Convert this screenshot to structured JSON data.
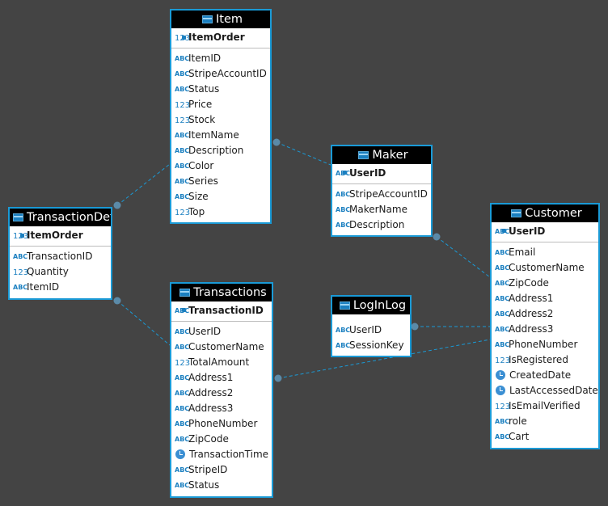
{
  "entities": {
    "item": {
      "name": "Item",
      "pk": [
        {
          "name": "ItemOrder",
          "type": "num"
        }
      ],
      "columns": [
        {
          "name": "ItemID",
          "type": "abc"
        },
        {
          "name": "StripeAccountID",
          "type": "abc"
        },
        {
          "name": "Status",
          "type": "abc"
        },
        {
          "name": "Price",
          "type": "num"
        },
        {
          "name": "Stock",
          "type": "num"
        },
        {
          "name": "ItemName",
          "type": "abc"
        },
        {
          "name": "Description",
          "type": "abc"
        },
        {
          "name": "Color",
          "type": "abc"
        },
        {
          "name": "Series",
          "type": "abc"
        },
        {
          "name": "Size",
          "type": "abc"
        },
        {
          "name": "Top",
          "type": "num"
        }
      ]
    },
    "maker": {
      "name": "Maker",
      "pk": [
        {
          "name": "UserID",
          "type": "abc"
        }
      ],
      "columns": [
        {
          "name": "StripeAccountID",
          "type": "abc"
        },
        {
          "name": "MakerName",
          "type": "abc"
        },
        {
          "name": "Description",
          "type": "abc"
        }
      ]
    },
    "customer": {
      "name": "Customer",
      "pk": [
        {
          "name": "UserID",
          "type": "abc"
        }
      ],
      "columns": [
        {
          "name": "Email",
          "type": "abc"
        },
        {
          "name": "CustomerName",
          "type": "abc"
        },
        {
          "name": "ZipCode",
          "type": "abc"
        },
        {
          "name": "Address1",
          "type": "abc"
        },
        {
          "name": "Address2",
          "type": "abc"
        },
        {
          "name": "Address3",
          "type": "abc"
        },
        {
          "name": "PhoneNumber",
          "type": "abc"
        },
        {
          "name": "IsRegistered",
          "type": "num"
        },
        {
          "name": "CreatedDate",
          "type": "clock"
        },
        {
          "name": "LastAccessedDate",
          "type": "clock"
        },
        {
          "name": "IsEmailVerified",
          "type": "num"
        },
        {
          "name": "role",
          "type": "abc"
        },
        {
          "name": "Cart",
          "type": "abc"
        }
      ]
    },
    "transaction_detail": {
      "name": "TransactionDeta",
      "pk": [
        {
          "name": "ItemOrder",
          "type": "num"
        }
      ],
      "columns": [
        {
          "name": "TransactionID",
          "type": "abc"
        },
        {
          "name": "Quantity",
          "type": "num"
        },
        {
          "name": "ItemID",
          "type": "abc"
        }
      ]
    },
    "transactions": {
      "name": "Transactions",
      "pk": [
        {
          "name": "TransactionID",
          "type": "abc"
        }
      ],
      "columns": [
        {
          "name": "UserID",
          "type": "abc"
        },
        {
          "name": "CustomerName",
          "type": "abc"
        },
        {
          "name": "TotalAmount",
          "type": "num"
        },
        {
          "name": "Address1",
          "type": "abc"
        },
        {
          "name": "Address2",
          "type": "abc"
        },
        {
          "name": "Address3",
          "type": "abc"
        },
        {
          "name": "PhoneNumber",
          "type": "abc"
        },
        {
          "name": "ZipCode",
          "type": "abc"
        },
        {
          "name": "TransactionTime",
          "type": "clock"
        },
        {
          "name": "StripeID",
          "type": "abc"
        },
        {
          "name": "Status",
          "type": "abc"
        }
      ]
    },
    "loginlog": {
      "name": "LogInLog",
      "pk": [],
      "columns": [
        {
          "name": "UserID",
          "type": "abc"
        },
        {
          "name": "SessionKey",
          "type": "abc"
        }
      ]
    }
  },
  "relationships": [
    {
      "from": "transaction_detail",
      "to": "item"
    },
    {
      "from": "item",
      "to": "maker"
    },
    {
      "from": "maker",
      "to": "customer"
    },
    {
      "from": "transaction_detail",
      "to": "transactions"
    },
    {
      "from": "transactions",
      "to": "customer"
    },
    {
      "from": "loginlog",
      "to": "customer"
    }
  ],
  "colors": {
    "background": "#444444",
    "entity_border": "#1a9ad6",
    "header_bg": "#000000",
    "connector": "#1a9ad6",
    "type_icon": "#1a7fc0"
  },
  "icon_names": {
    "abc": "abc-text-type-icon",
    "num": "number-123-type-icon",
    "clock": "clock-datetime-type-icon",
    "table": "table-icon"
  }
}
